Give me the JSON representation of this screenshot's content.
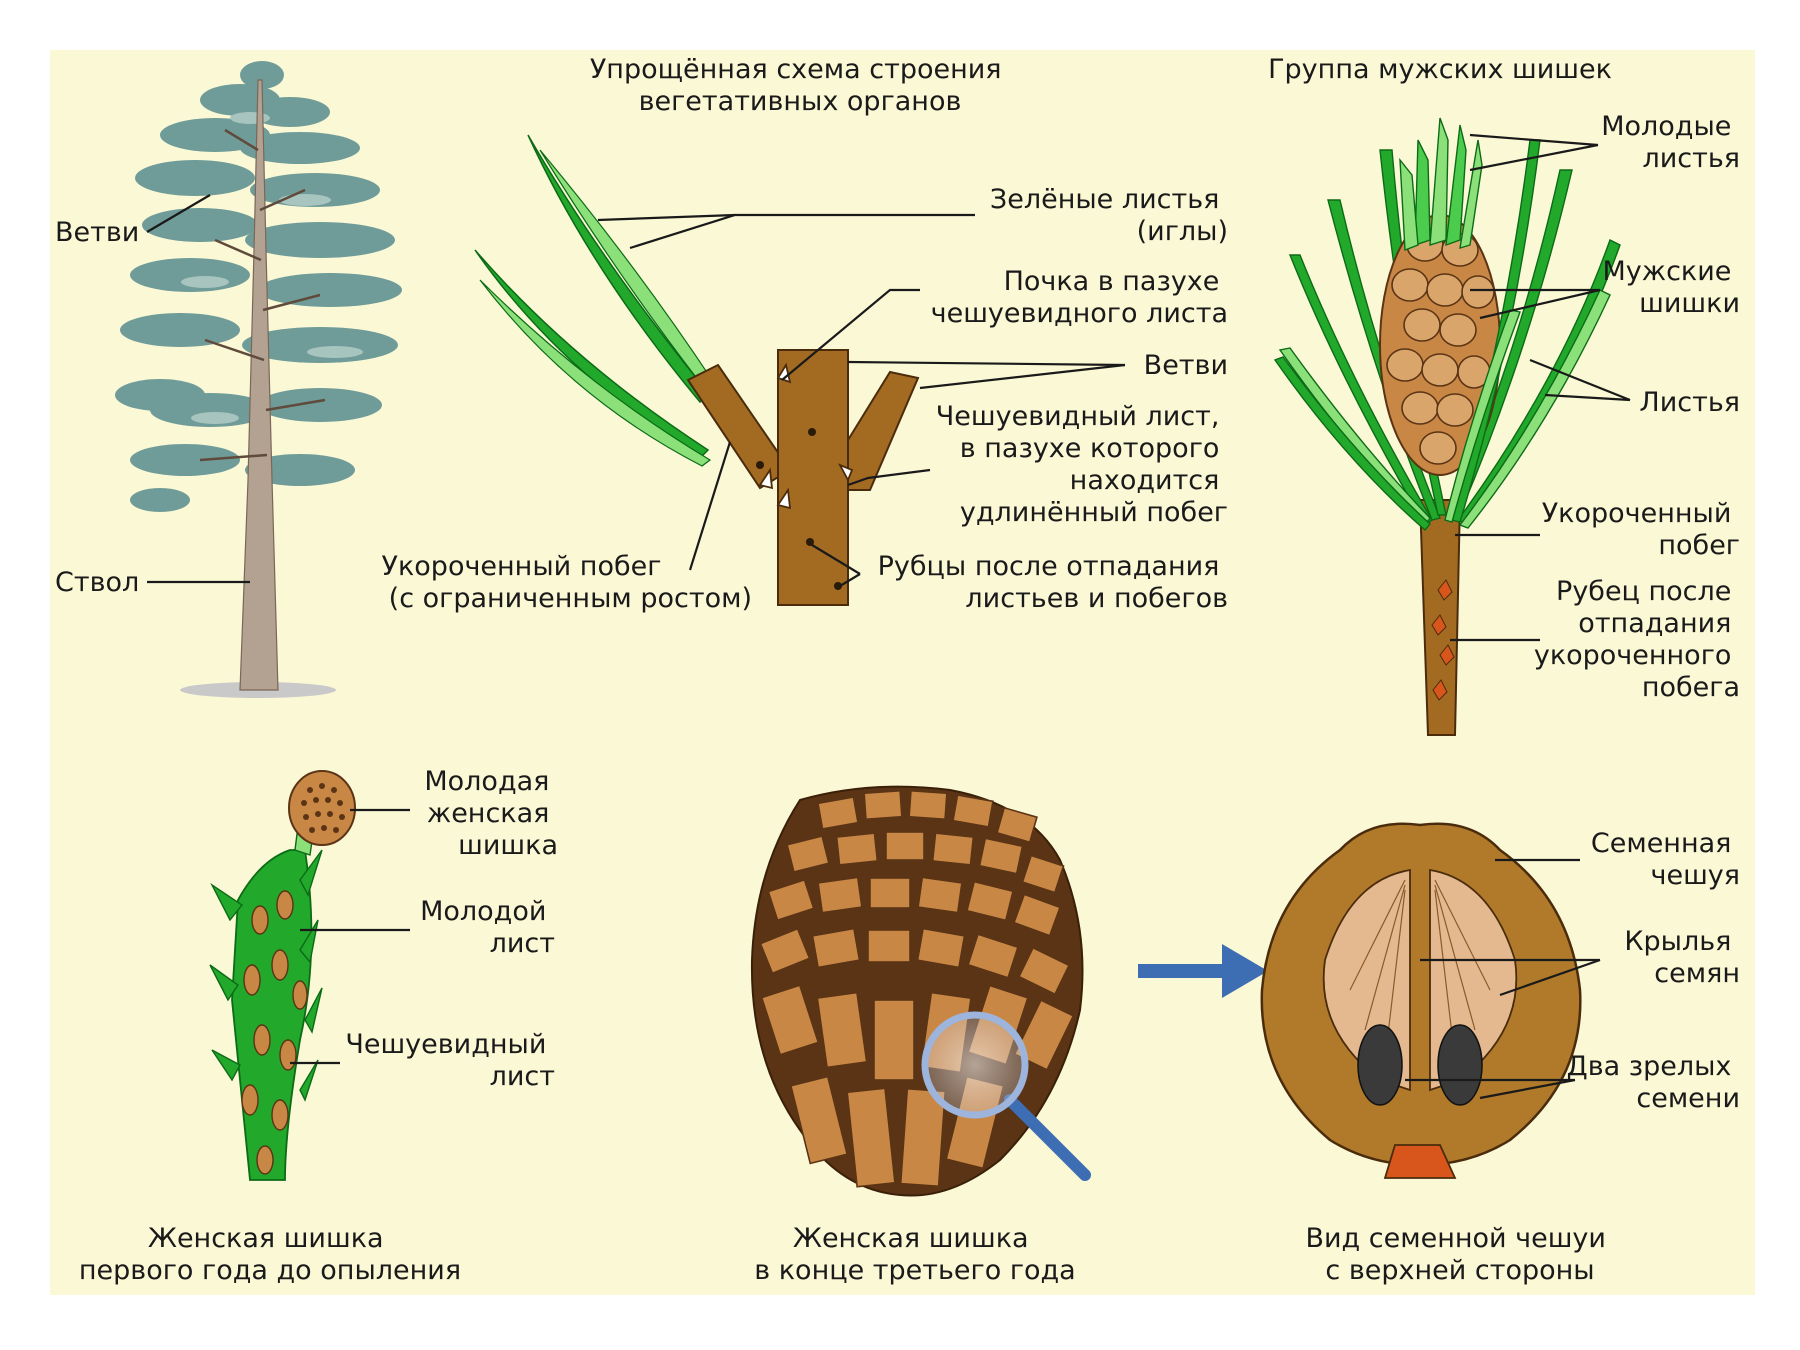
{
  "colors": {
    "panel": "#fbf8d6",
    "needle": "#22a82a",
    "needle_light": "#8be07a",
    "branch": "#a36a22",
    "cone": "#c98746",
    "cone_dark": "#5a3414",
    "foliage": "#6f9c98",
    "arrow": "#3d6db3",
    "seed": "#3a3a3a"
  },
  "labels": {
    "scheme_title": [
      "Упрощённая схема строения",
      "вегетативных органов"
    ],
    "male_title": "Группа мужских шишек",
    "vetvi_tree": "Ветви",
    "stvol": "Ствол",
    "green_leaves": [
      "Зелёные листья",
      "(иглы)"
    ],
    "bud": [
      "Почка в пазухе",
      "чешуевидного листа"
    ],
    "branches": "Ветви",
    "scale_leaf": [
      "Чешуевидный лист,",
      "в пазухе которого",
      "находится",
      "удлинённый побег"
    ],
    "short_shoot": [
      "Укороченный побег",
      "(с ограниченным ростом)"
    ],
    "scars": [
      "Рубцы после отпадания",
      "листьев и побегов"
    ],
    "young_leaves": [
      "Молодые",
      "листья"
    ],
    "male_cones": [
      "Мужские",
      "шишки"
    ],
    "leaves": "Листья",
    "short_shoot_male": [
      "Укороченный",
      "побег"
    ],
    "scar_male": [
      "Рубец после",
      "отпадания",
      "укороченного",
      "побега"
    ],
    "young_female_cone": [
      "Молодая",
      "женская",
      "шишка"
    ],
    "young_leaf": [
      "Молодой",
      "лист"
    ],
    "scale_leaf_small": [
      "Чешуевидный",
      "лист"
    ],
    "female_first_year": [
      "Женская шишка",
      "первого года до опыления"
    ],
    "female_third_year": [
      "Женская шишка",
      "в конце третьего года"
    ],
    "seed_scale_label": [
      "Семенная",
      "чешуя"
    ],
    "seed_wings": [
      "Крылья",
      "семян"
    ],
    "two_seeds": [
      "Два зрелых",
      "семени"
    ],
    "seed_scale_view": [
      "Вид семенной чешуи",
      "с верхней стороны"
    ]
  }
}
